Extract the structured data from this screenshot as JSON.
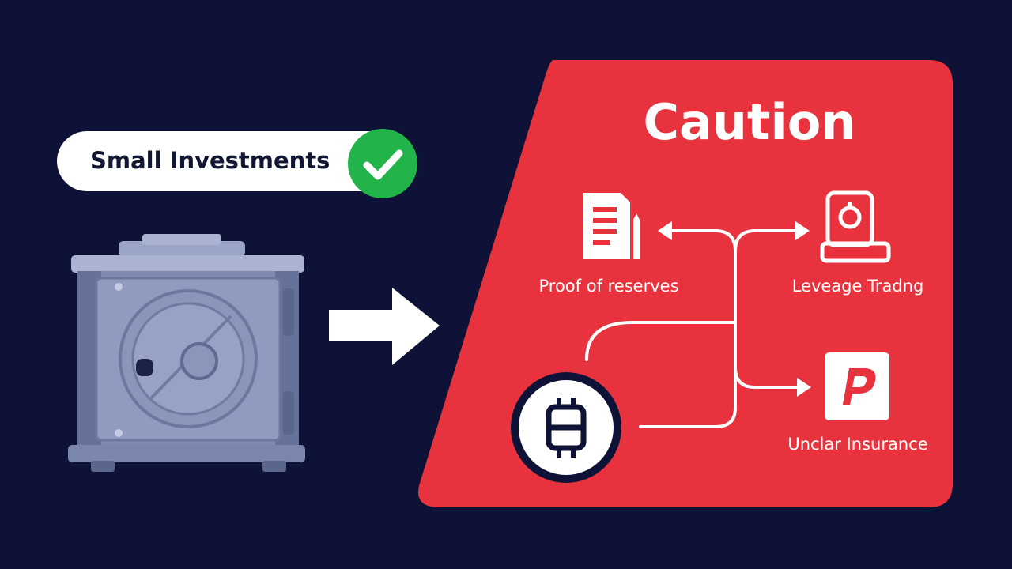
{
  "pill": {
    "label": "Small Investments",
    "badge_icon": "check-icon",
    "badge_color": "#22b34a"
  },
  "caution": {
    "title": "Caution",
    "panel_color": "#e8333f",
    "items": [
      {
        "label": "Proof of reserves",
        "icon": "document-icon"
      },
      {
        "label": "Levеage Tradng",
        "icon": "device-icon"
      },
      {
        "label": "Unclar Insurance",
        "icon": "p-logo-icon"
      }
    ],
    "source_icon": "crypto-coin-icon"
  },
  "colors": {
    "background": "#0d1236",
    "safe": "#7f8bb0",
    "accent_white": "#ffffff"
  }
}
